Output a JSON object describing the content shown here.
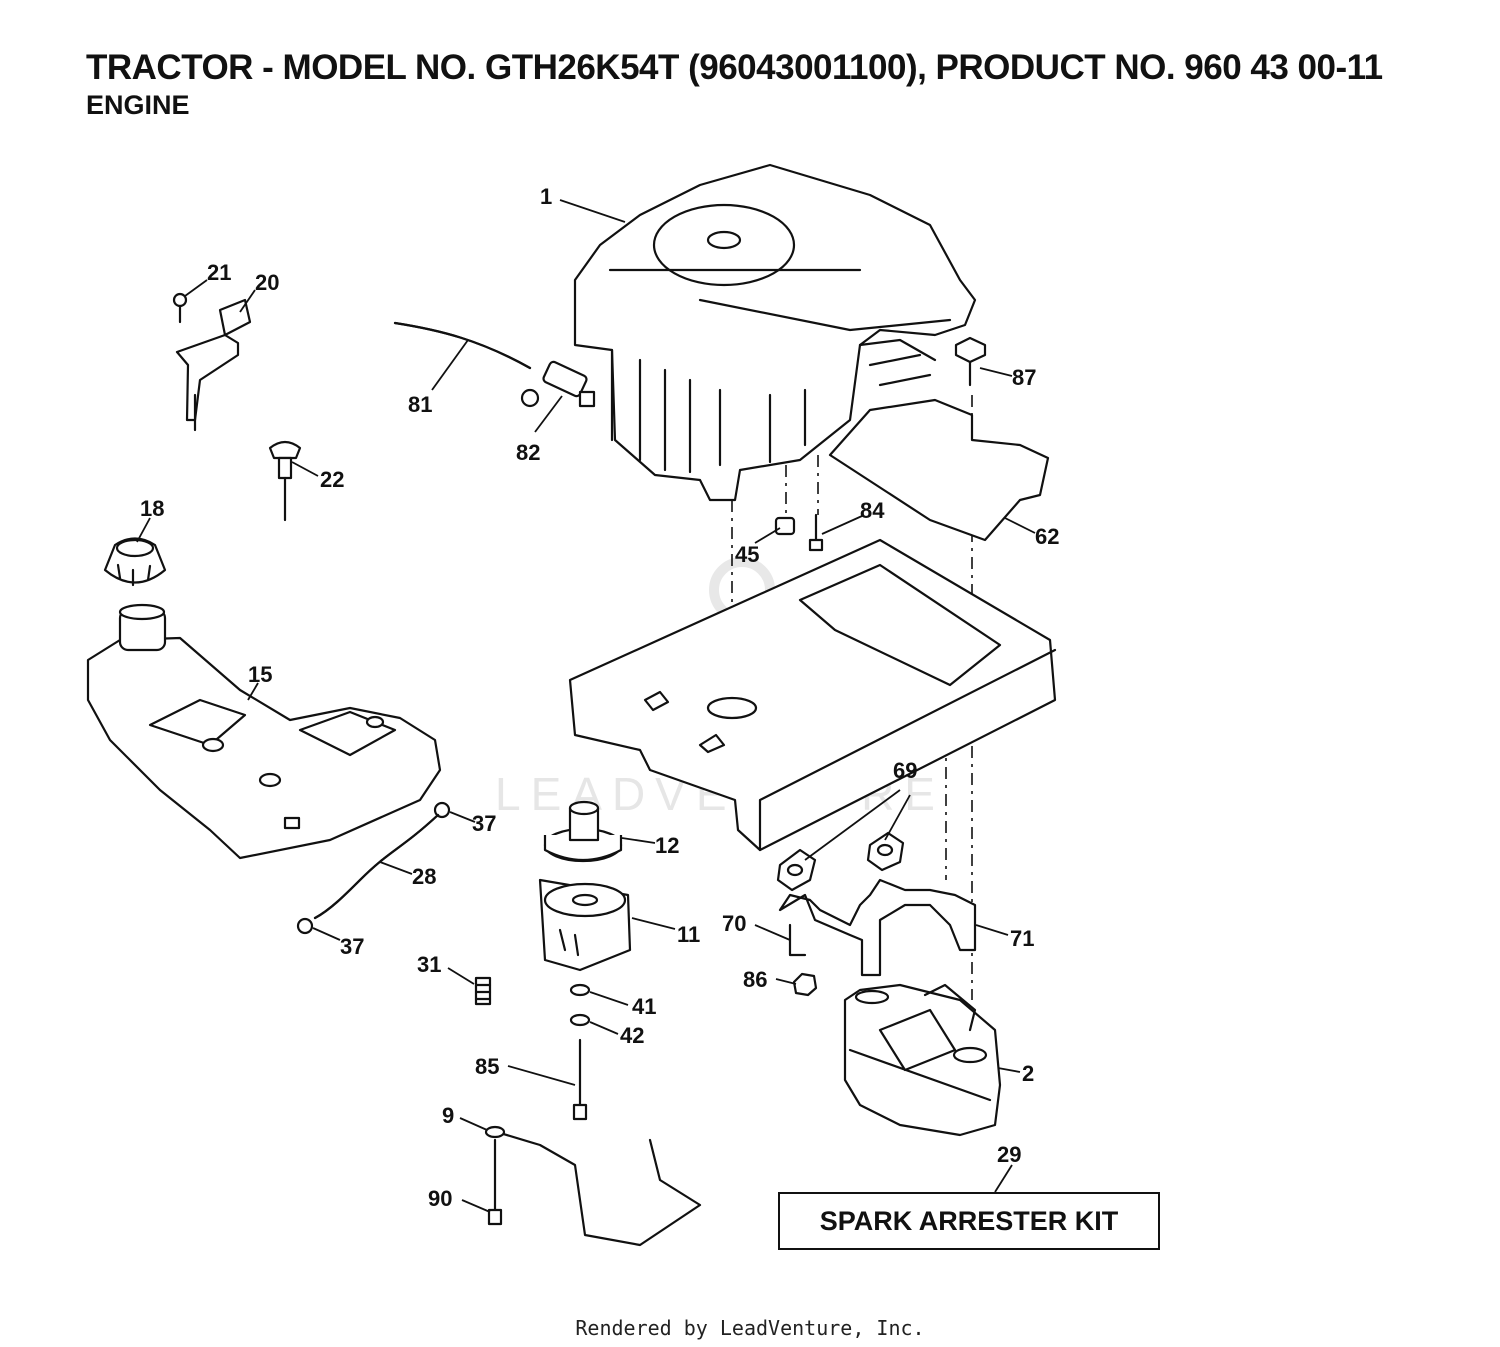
{
  "header": {
    "title": "TRACTOR - MODEL NO. GTH26K54T (96043001100), PRODUCT NO. 960 43 00-11",
    "subtitle": "ENGINE"
  },
  "watermark": "LEADVENTURE",
  "callouts": [
    "1",
    "21",
    "20",
    "81",
    "82",
    "87",
    "22",
    "18",
    "84",
    "45",
    "62",
    "15",
    "69",
    "37",
    "12",
    "28",
    "11",
    "70",
    "71",
    "37",
    "31",
    "86",
    "41",
    "42",
    "2",
    "85",
    "9",
    "29",
    "90"
  ],
  "kit_label": "SPARK ARRESTER KIT",
  "footer": "Rendered by LeadVenture, Inc."
}
